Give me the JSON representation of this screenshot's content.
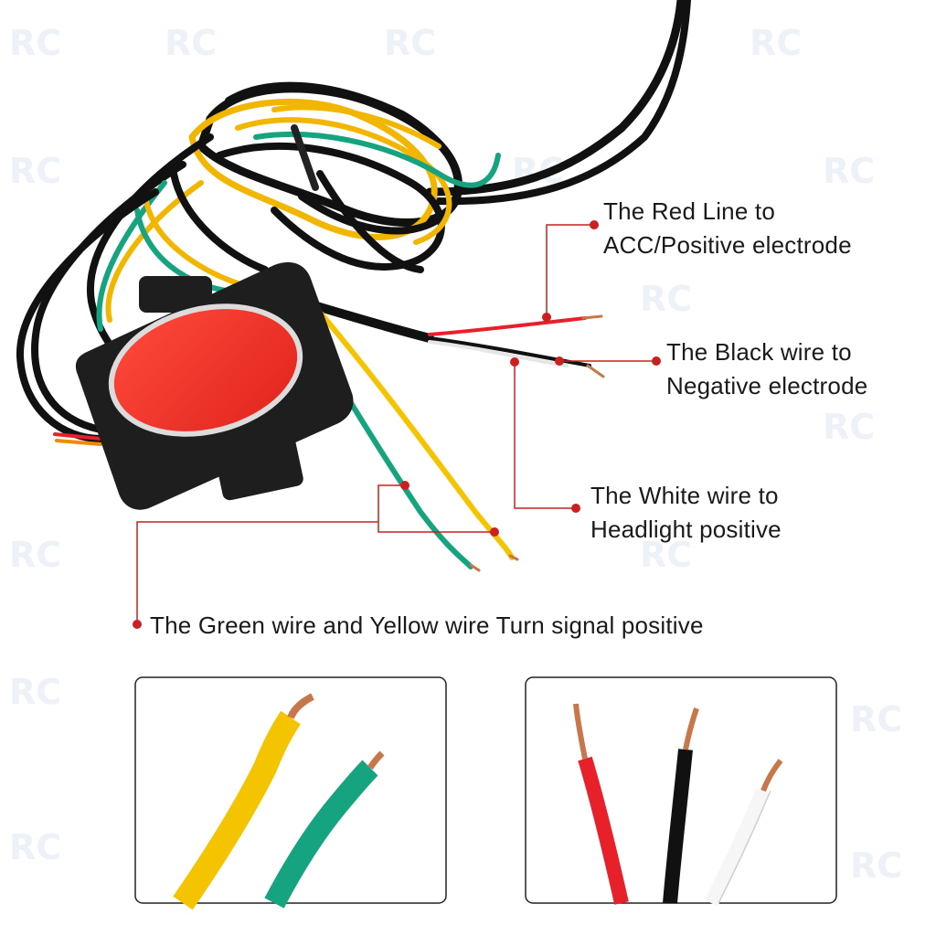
{
  "labels": {
    "red": {
      "line1": "The Red Line to",
      "line2": "ACC/Positive electrode"
    },
    "black": {
      "line1": "The Black wire to",
      "line2": "Negative electrode"
    },
    "white": {
      "line1": "The White wire to",
      "line2": "Headlight positive"
    },
    "green_yellow": {
      "line1": "The Green wire and Yellow wire Turn signal positive"
    }
  },
  "watermark": {
    "text": "RC"
  },
  "colors": {
    "pointer": "#cc1f1f",
    "wire_red": "#e8202a",
    "wire_black": "#111111",
    "wire_white": "#f4f4f4",
    "wire_yellow": "#f5c400",
    "wire_green": "#16a37f",
    "module_body": "#1e1e1e",
    "module_face": "#f0312a",
    "copper": "#c8774a"
  },
  "icons": [
    "module-box",
    "wire-harness",
    "copper-strands"
  ]
}
